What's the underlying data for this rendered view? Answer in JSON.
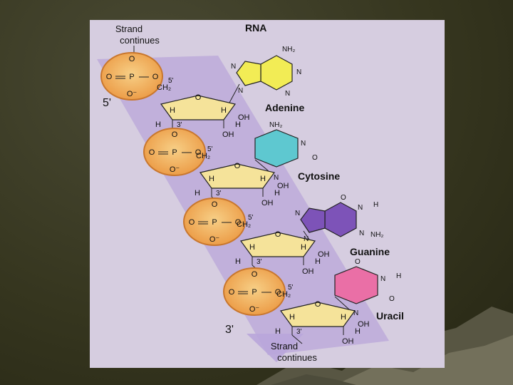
{
  "diagram": {
    "title": "RNA",
    "top_label": [
      "Strand",
      "continues"
    ],
    "bottom_label": [
      "Strand",
      "continues"
    ],
    "end_5": "5'",
    "end_3": "3'",
    "phosphate": {
      "o_top": "O",
      "o_left": "O",
      "p": "P",
      "o_right": "O",
      "o_bottom": "O⁻"
    },
    "sugar": {
      "ch2": "CH₂",
      "c5": "5'",
      "c3": "3'",
      "ring_o": "O",
      "h": "H",
      "oh": "OH"
    },
    "bases": [
      {
        "name": "Adenine",
        "color": "#f2ec55",
        "atoms": [
          "NH₂",
          "N",
          "N",
          "N",
          "N"
        ]
      },
      {
        "name": "Cytosine",
        "color": "#5ec8d0",
        "atoms": [
          "NH₂",
          "N",
          "O",
          "N"
        ]
      },
      {
        "name": "Guanine",
        "color": "#7d53b8",
        "atoms": [
          "O",
          "N",
          "H",
          "N",
          "NH₂",
          "N",
          "N"
        ]
      },
      {
        "name": "Uracil",
        "color": "#ea6fa6",
        "atoms": [
          "O",
          "N",
          "H",
          "O",
          "N"
        ]
      }
    ],
    "colors": {
      "background": "#d6cde0",
      "backbone": "#b9a6da",
      "phosphate": "#f0a95a",
      "sugar": "#f5e39a"
    }
  }
}
